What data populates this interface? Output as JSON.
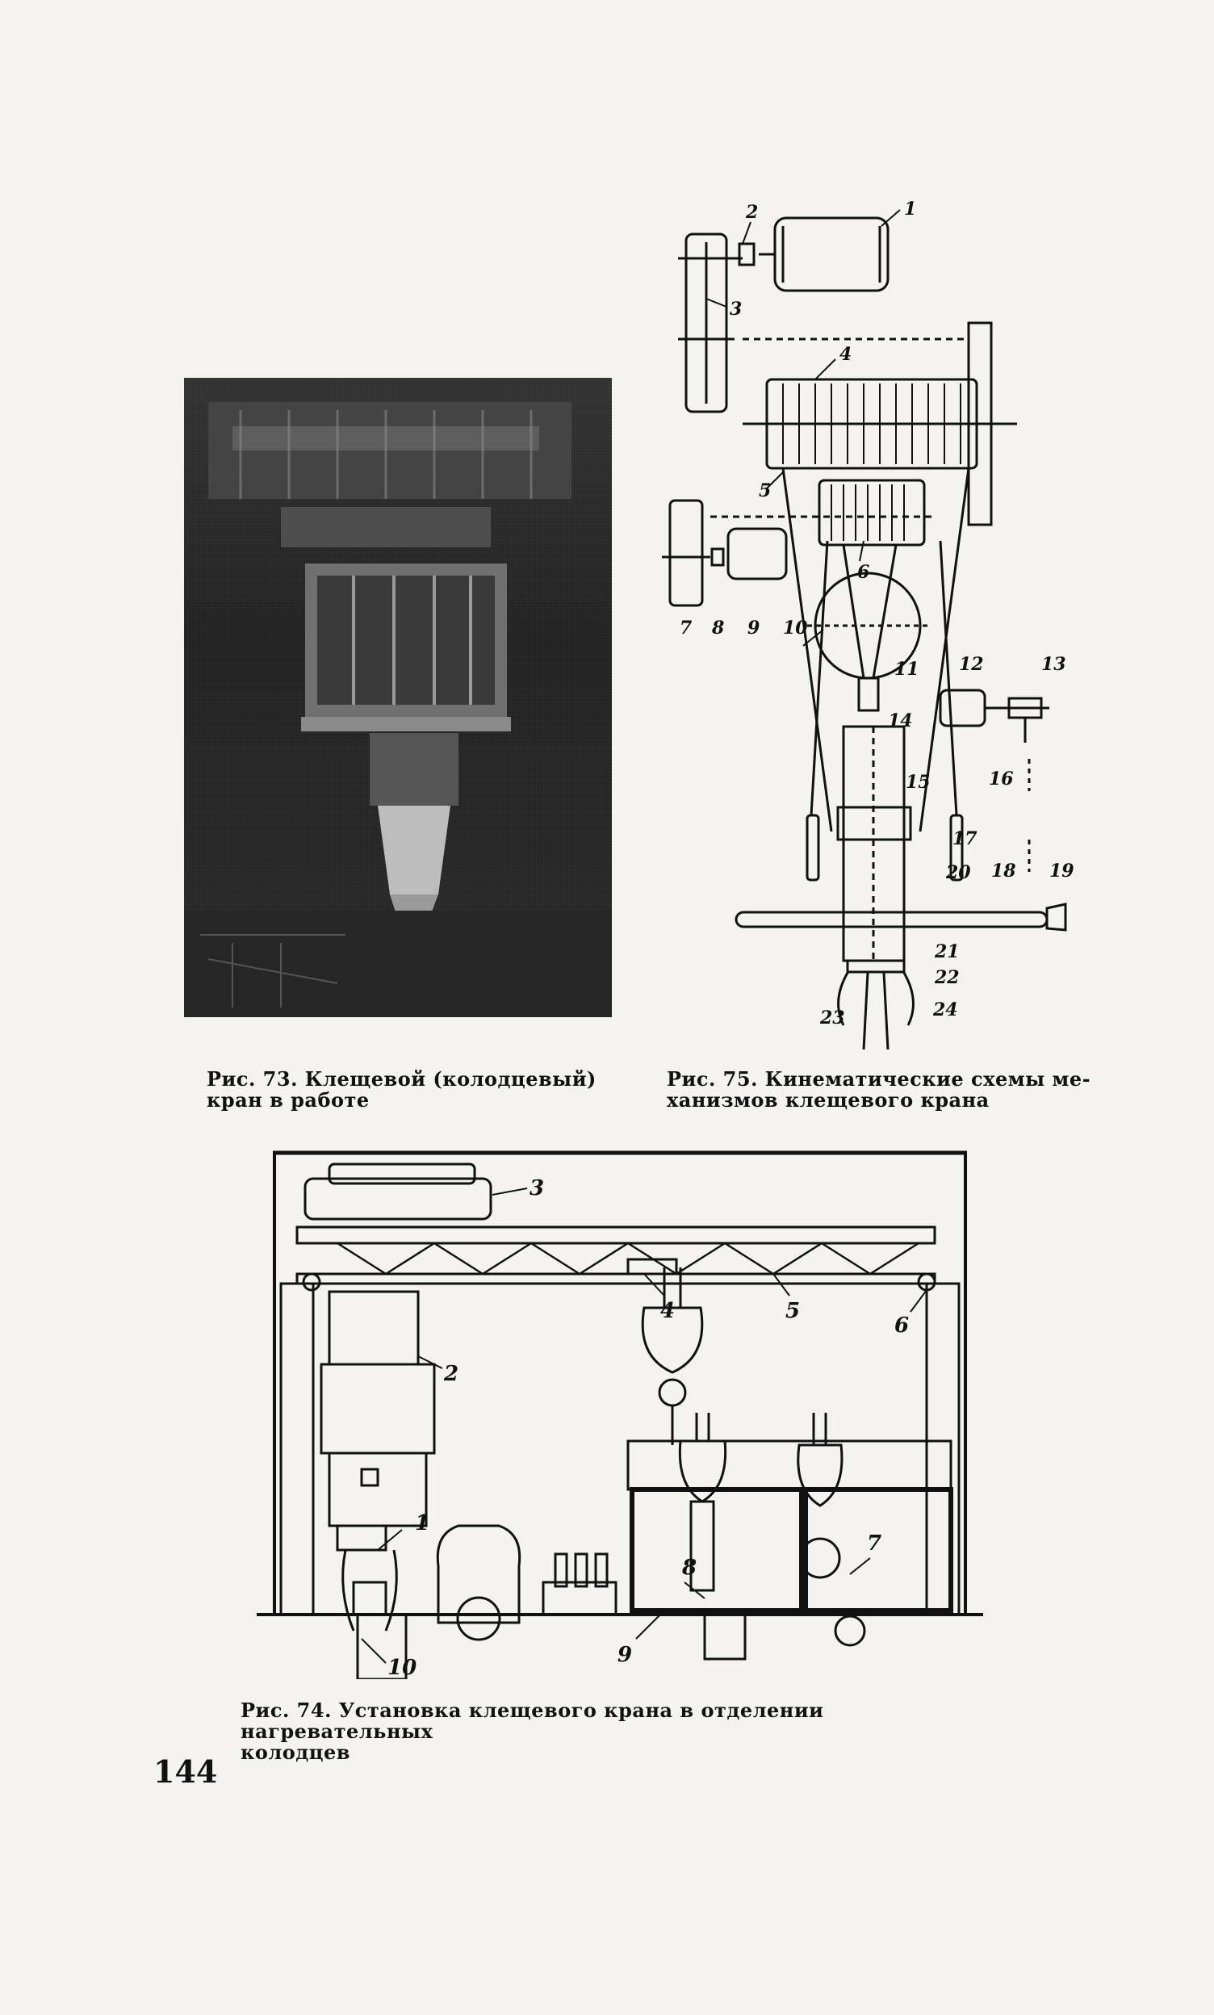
{
  "figure73": {
    "caption_line1": "Рис. 73. Клещевой (колодцевый)",
    "caption_line2": "кран в работе"
  },
  "figure75": {
    "caption_line1": "Рис. 75. Кинематические схемы ме-",
    "caption_line2": "ханизмов клещевого крана",
    "labels": [
      "1",
      "2",
      "3",
      "4",
      "5",
      "6",
      "7",
      "8",
      "9",
      "10",
      "11",
      "12",
      "13",
      "14",
      "15",
      "16",
      "17",
      "18",
      "19",
      "20",
      "21",
      "22",
      "23",
      "24"
    ]
  },
  "figure74": {
    "caption_line1": "Рис. 74. Установка клещевого крана в отделении нагревательных",
    "caption_line2": "колодцев",
    "labels": [
      "1",
      "2",
      "3",
      "4",
      "5",
      "6",
      "7",
      "8",
      "9",
      "10"
    ]
  },
  "page_number": "144"
}
